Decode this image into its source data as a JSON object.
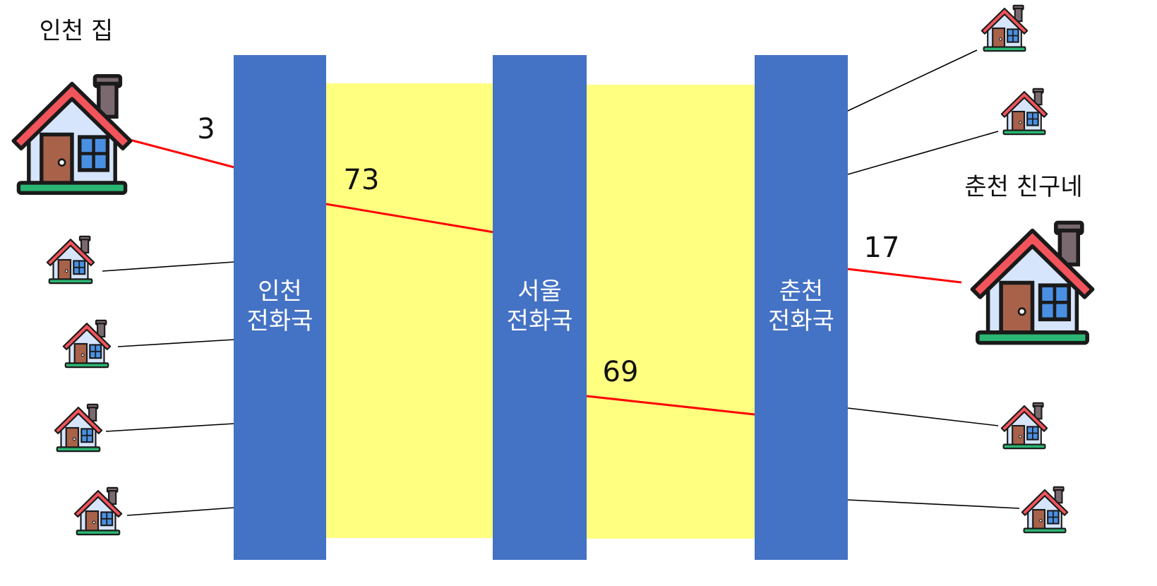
{
  "colors": {
    "exchange_fill": "#4472C4",
    "trunk_fill": "#FFFF80",
    "active_line": "#FF0000",
    "idle_line": "#000000",
    "house_roof": "#F2545B",
    "house_wall": "#D6E5FB",
    "house_door": "#A8624A",
    "house_window": "#4A90E2",
    "house_chimney": "#7A6A6F",
    "house_ground": "#2BB673",
    "house_outline": "#1A1A1A"
  },
  "labels": {
    "caller_home": "인천 집",
    "callee_home": "춘천 친구네"
  },
  "exchanges": [
    {
      "id": "incheon",
      "line1": "인천",
      "line2": "전화국"
    },
    {
      "id": "seoul",
      "line1": "서울",
      "line2": "전화국"
    },
    {
      "id": "chuncheon",
      "line1": "춘천",
      "line2": "전화국"
    }
  ],
  "links": [
    {
      "id": "home-to-incheon",
      "number": "3"
    },
    {
      "id": "incheon-to-seoul",
      "number": "73"
    },
    {
      "id": "seoul-to-chuncheon",
      "number": "69"
    },
    {
      "id": "chuncheon-to-friend",
      "number": "17"
    }
  ],
  "icons": {
    "house": "house-icon"
  }
}
